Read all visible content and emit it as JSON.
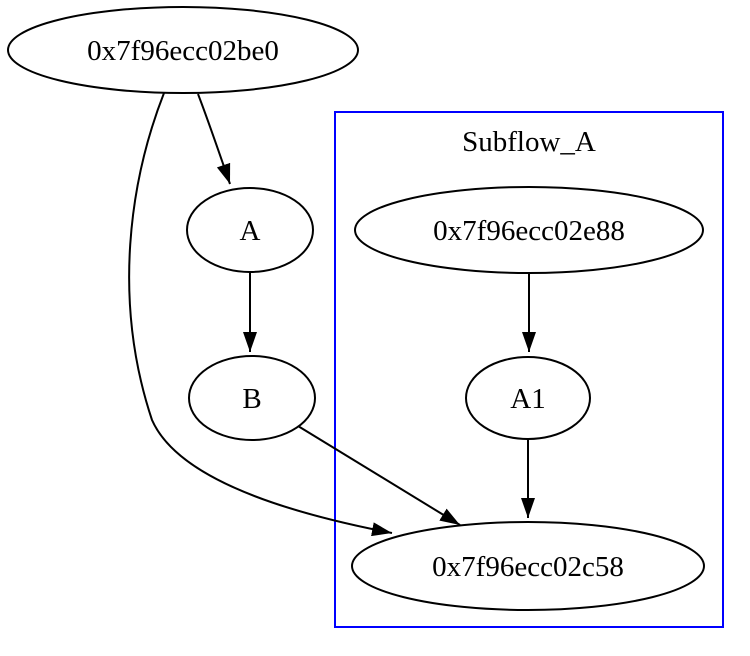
{
  "diagram": {
    "type": "directed-graph",
    "background_color": "#ffffff",
    "cluster": {
      "label": "Subflow_A",
      "border_color": "#0000ff"
    },
    "nodes": [
      {
        "id": "node-0x7f96ecc02be0",
        "label": "0x7f96ecc02be0",
        "in_cluster": false
      },
      {
        "id": "node-A",
        "label": "A",
        "in_cluster": false
      },
      {
        "id": "node-B",
        "label": "B",
        "in_cluster": false
      },
      {
        "id": "node-0x7f96ecc02e88",
        "label": "0x7f96ecc02e88",
        "in_cluster": true
      },
      {
        "id": "node-A1",
        "label": "A1",
        "in_cluster": true
      },
      {
        "id": "node-0x7f96ecc02c58",
        "label": "0x7f96ecc02c58",
        "in_cluster": true
      }
    ],
    "edges": [
      {
        "from": "0x7f96ecc02be0",
        "to": "A"
      },
      {
        "from": "0x7f96ecc02be0",
        "to": "0x7f96ecc02c58"
      },
      {
        "from": "A",
        "to": "B"
      },
      {
        "from": "B",
        "to": "0x7f96ecc02c58"
      },
      {
        "from": "0x7f96ecc02e88",
        "to": "A1"
      },
      {
        "from": "A1",
        "to": "0x7f96ecc02c58"
      }
    ],
    "colors": {
      "node_stroke": "#000000",
      "node_fill": "#ffffff",
      "edge_stroke": "#000000"
    }
  }
}
